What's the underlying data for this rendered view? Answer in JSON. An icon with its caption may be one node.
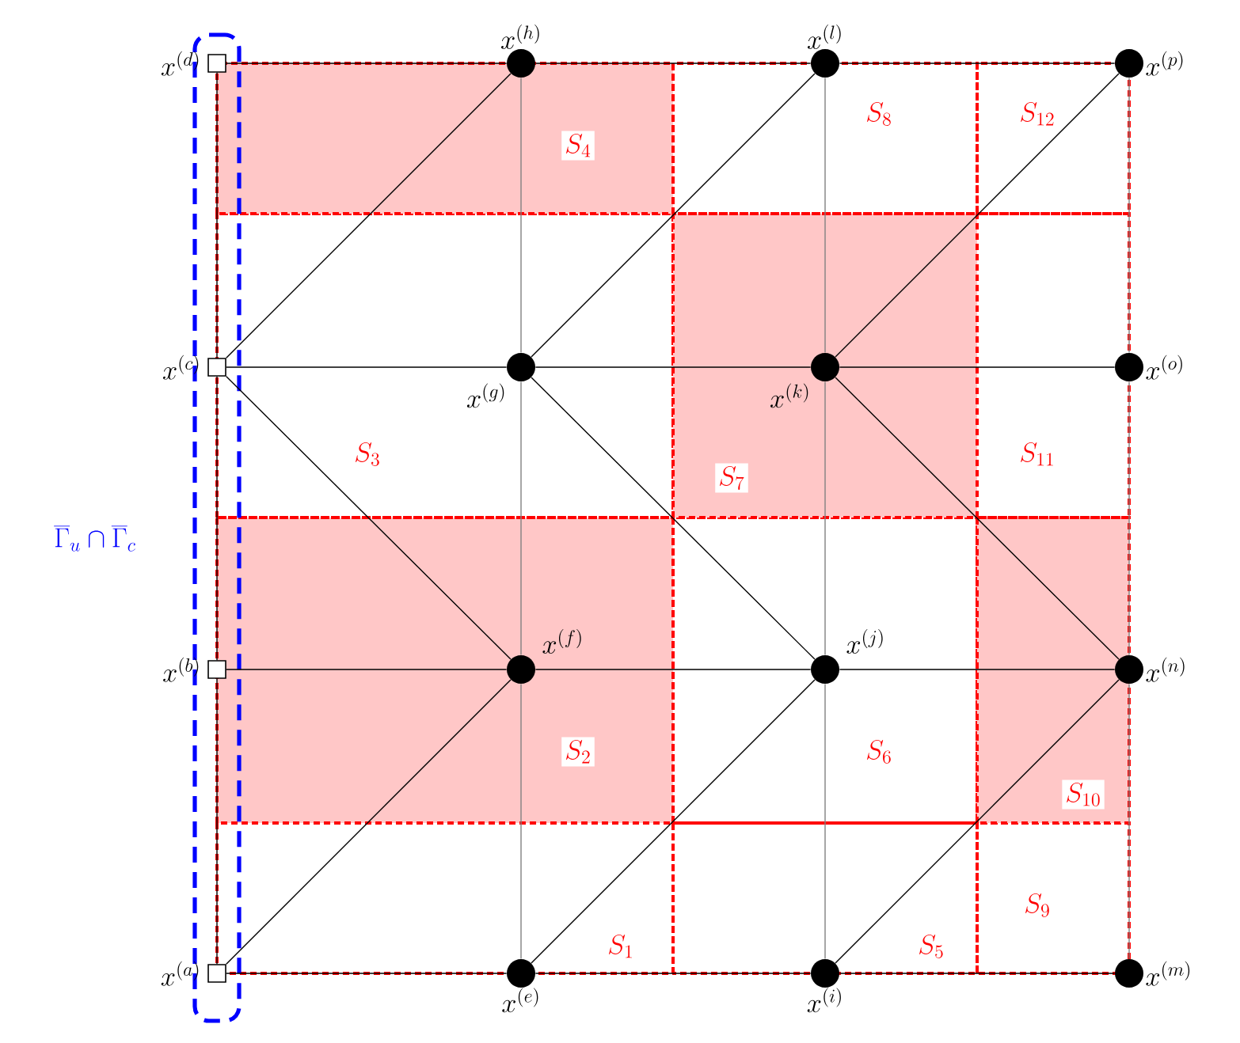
{
  "diagram": {
    "nodes": [
      {
        "text": [
          "\\overline{\\Gamma}_u \\cap \\overline{\\Gamma}_c"
        ]
      },
      {
        "text": [],
        "shape": "box",
        "beside": [
          "x^{(a)}"
        ],
        "in": 0
      },
      {
        "text": [],
        "shape": "box",
        "beside": [
          "x^{(b)}"
        ],
        "in": 0
      },
      {
        "text": [],
        "shape": "box",
        "beside": [
          "x^{(c)}"
        ],
        "in": 0
      },
      {
        "text": [],
        "shape": "box",
        "beside": [
          "x^{(d)}"
        ],
        "in": 0
      },
      {
        "text": [],
        "shape": "circle",
        "beside": [
          "x^{(e)}"
        ]
      },
      {
        "text": [],
        "shape": "circle",
        "beside": [
          "x^{(f)}"
        ]
      },
      {
        "text": [],
        "shape": "circle",
        "beside": [
          "x^{(g)}"
        ]
      },
      {
        "text": [],
        "shape": "circle",
        "beside": [
          "x^{(h)}"
        ]
      },
      {
        "text": [],
        "shape": "circle",
        "beside": [
          "x^{(i)}"
        ]
      },
      {
        "text": [],
        "shape": "circle",
        "beside": [
          "x^{(j)}"
        ]
      },
      {
        "text": [],
        "shape": "circle",
        "beside": [
          "x^{(k)}"
        ]
      },
      {
        "text": [],
        "shape": "circle",
        "beside": [
          "x^{(l)}"
        ]
      },
      {
        "text": [],
        "shape": "circle",
        "beside": [
          "x^{(m)}"
        ]
      },
      {
        "text": [],
        "shape": "circle",
        "beside": [
          "x^{(n)}"
        ]
      },
      {
        "text": [],
        "shape": "circle",
        "beside": [
          "x^{(o)}"
        ]
      },
      {
        "text": [],
        "shape": "circle",
        "beside": [
          "x^{(p)}"
        ]
      }
    ],
    "edges": [
      {
        "from": 1,
        "to": 5,
        "arrow": "none"
      },
      {
        "from": 5,
        "to": 9,
        "arrow": "none"
      },
      {
        "from": 9,
        "to": 13,
        "arrow": "none"
      },
      {
        "from": 2,
        "to": 6,
        "arrow": "none"
      },
      {
        "from": 6,
        "to": 10,
        "arrow": "none"
      },
      {
        "from": 10,
        "to": 14,
        "arrow": "none"
      },
      {
        "from": 3,
        "to": 7,
        "arrow": "none"
      },
      {
        "from": 7,
        "to": 11,
        "arrow": "none"
      },
      {
        "from": 11,
        "to": 15,
        "arrow": "none"
      },
      {
        "from": 4,
        "to": 8,
        "arrow": "none"
      },
      {
        "from": 8,
        "to": 12,
        "arrow": "none"
      },
      {
        "from": 12,
        "to": 16,
        "arrow": "none"
      },
      {
        "from": 1,
        "to": 2,
        "arrow": "none"
      },
      {
        "from": 2,
        "to": 3,
        "arrow": "none"
      },
      {
        "from": 3,
        "to": 4,
        "arrow": "none"
      },
      {
        "from": 5,
        "to": 6,
        "arrow": "none",
        "color": "#808080"
      },
      {
        "from": 6,
        "to": 7,
        "arrow": "none",
        "color": "#808080"
      },
      {
        "from": 7,
        "to": 8,
        "arrow": "none",
        "color": "#808080"
      },
      {
        "from": 9,
        "to": 10,
        "arrow": "none",
        "color": "#808080"
      },
      {
        "from": 10,
        "to": 11,
        "arrow": "none",
        "color": "#808080"
      },
      {
        "from": 11,
        "to": 12,
        "arrow": "none",
        "color": "#808080"
      },
      {
        "from": 13,
        "to": 14,
        "arrow": "none",
        "color": "#808080"
      },
      {
        "from": 14,
        "to": 15,
        "arrow": "none",
        "color": "#808080"
      },
      {
        "from": 15,
        "to": 16,
        "arrow": "none",
        "color": "#808080"
      },
      {
        "from": 1,
        "to": 6,
        "arrow": "none"
      },
      {
        "from": 5,
        "to": 10,
        "arrow": "none"
      },
      {
        "from": 9,
        "to": 14,
        "arrow": "none"
      },
      {
        "from": 3,
        "to": 6,
        "arrow": "none"
      },
      {
        "from": 7,
        "to": 10,
        "arrow": "none"
      },
      {
        "from": 11,
        "to": 14,
        "arrow": "none"
      },
      {
        "from": 3,
        "to": 8,
        "arrow": "none"
      },
      {
        "from": 7,
        "to": 12,
        "arrow": "none"
      },
      {
        "from": 11,
        "to": 16,
        "arrow": "none"
      }
    ],
    "labels": [
      "S_1",
      "S_2",
      "S_3",
      "S_4",
      "S_5",
      "S_6",
      "S_7",
      "S_8",
      "S_9",
      "S_{10}",
      "S_{11}",
      "S_{12}"
    ]
  }
}
